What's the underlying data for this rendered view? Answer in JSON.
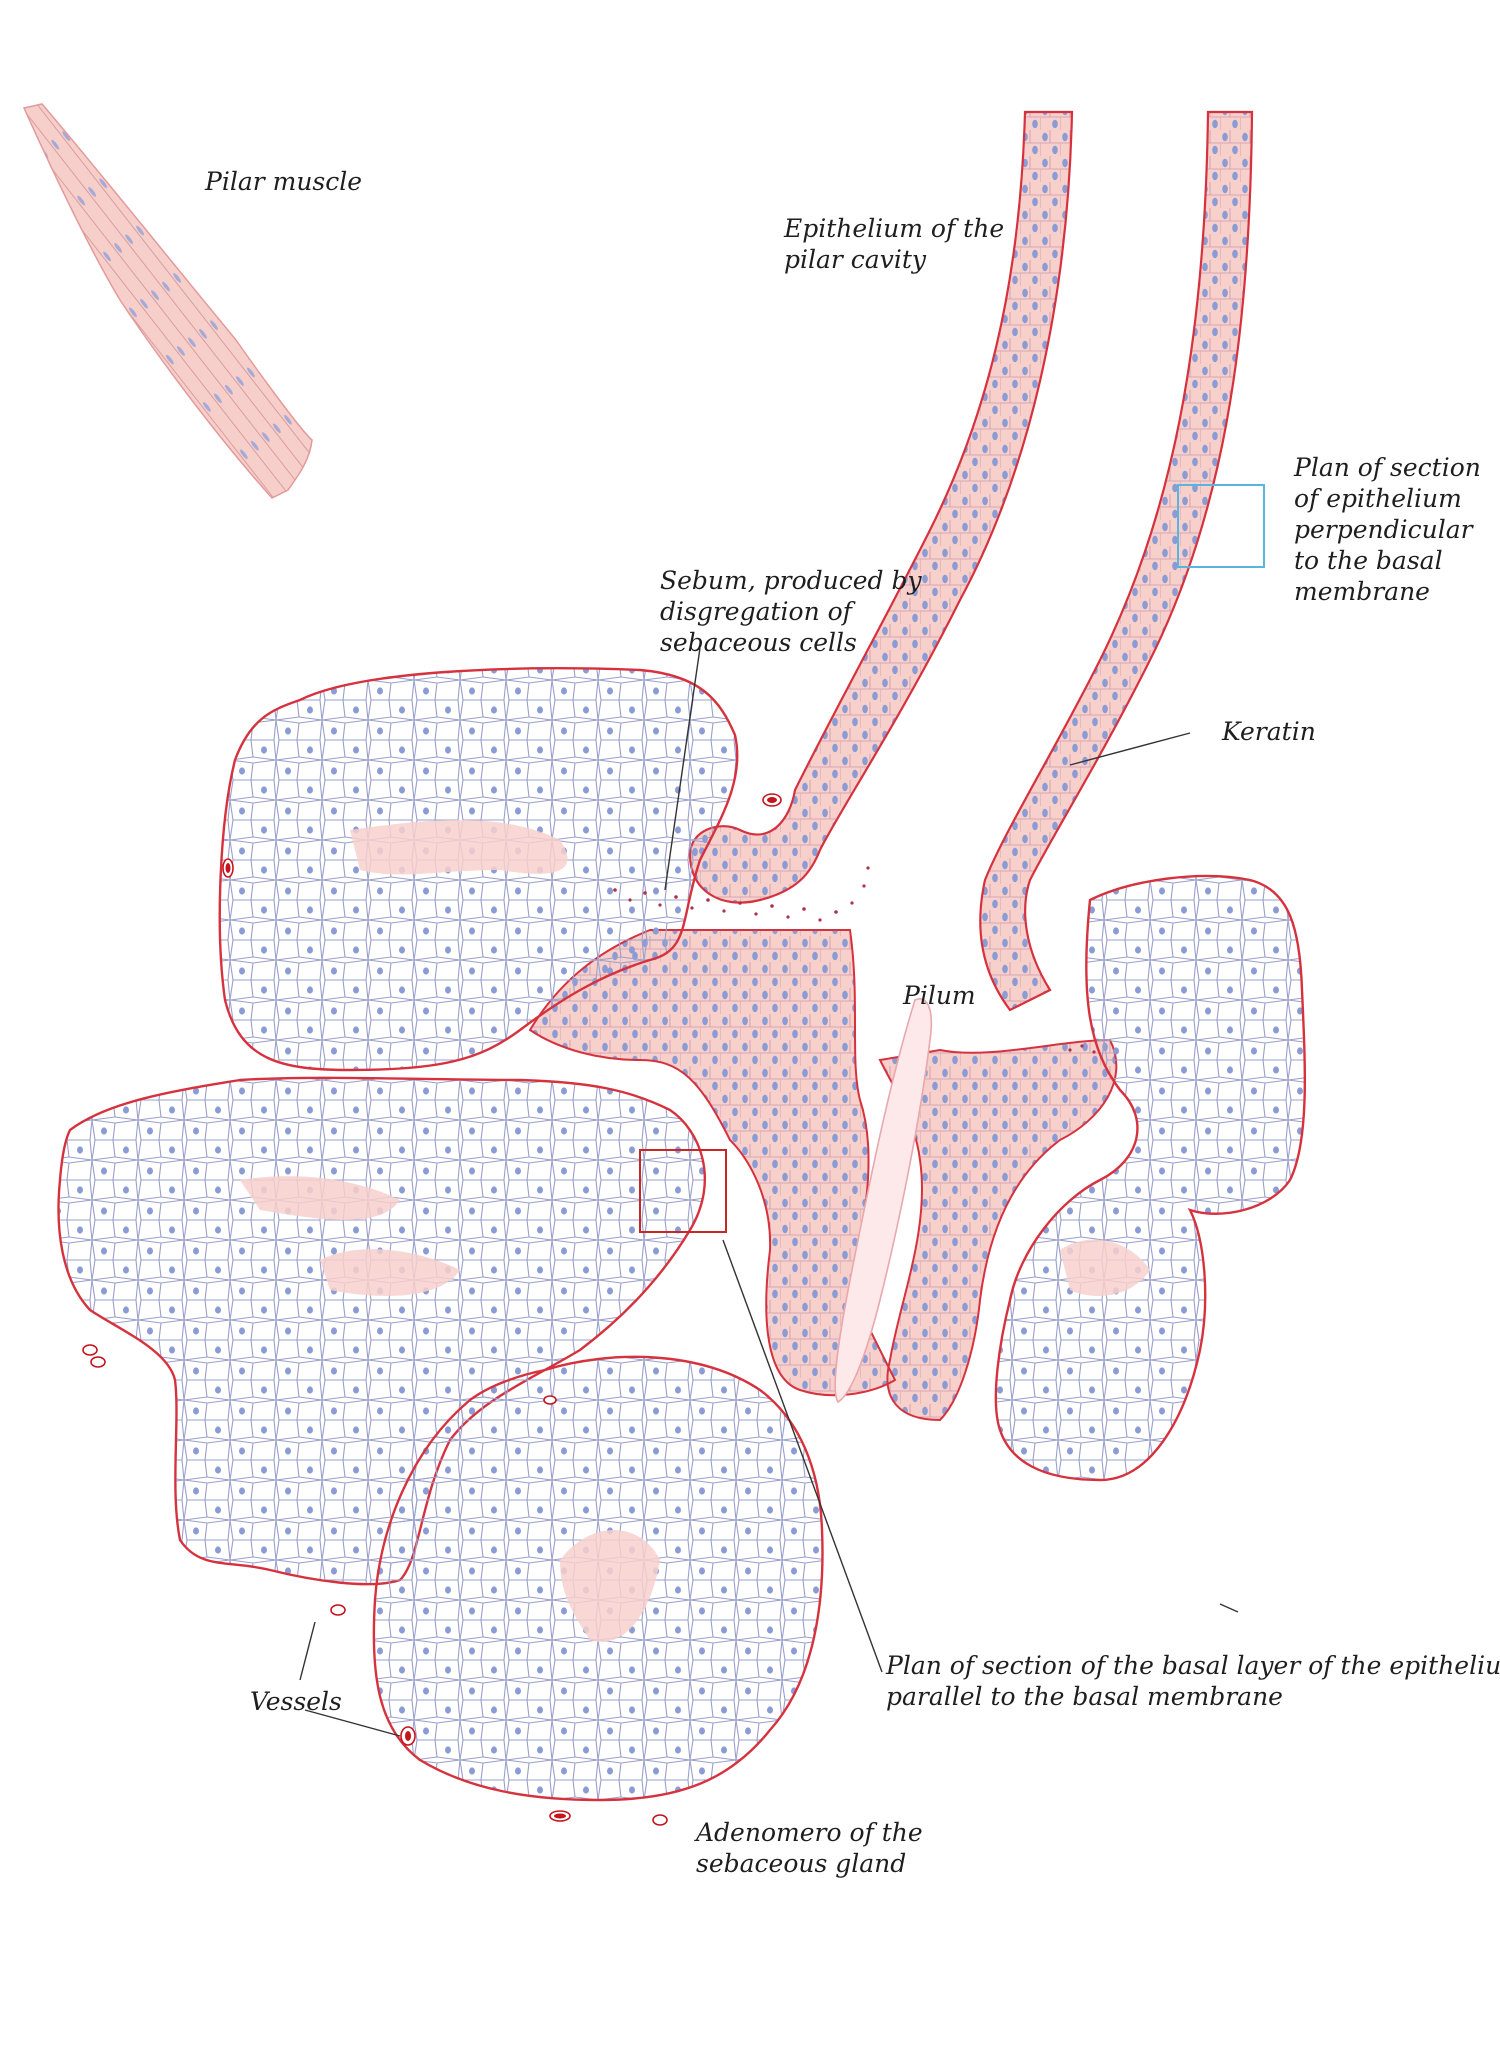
{
  "labels": {
    "pilar_muscle": [
      "Pilar muscle"
    ],
    "epithelium_cavity": [
      "Epithelium of the",
      "pilar cavity"
    ],
    "plan_perpendicular": [
      "Plan of section",
      "of epithelium",
      "perpendicular",
      "to the basal",
      "membrane"
    ],
    "sebum": [
      "Sebum, produced by",
      "disgregation of",
      "sebaceous cells"
    ],
    "keratin": [
      "Keratin"
    ],
    "pilum": [
      "Pilum"
    ],
    "plan_parallel": [
      "Plan of section of the basal layer of the epithelium",
      "parallel to the basal membrane"
    ],
    "vessels": [
      "Vessels"
    ],
    "adenomero": [
      "Adenomero of the",
      "sebaceous gland"
    ]
  },
  "colors": {
    "epithelium_fill": "#f7d0cc",
    "membrane_line": "#d6323e",
    "cell_outline": "#9aa0cc",
    "nucleus": "#8b9bd3",
    "sebaceous_fill": "#ffffff",
    "vessel": "#c4141e",
    "box_perpendicular": "#5ab4de",
    "box_parallel": "#c62828",
    "leader_line": "#333333"
  }
}
